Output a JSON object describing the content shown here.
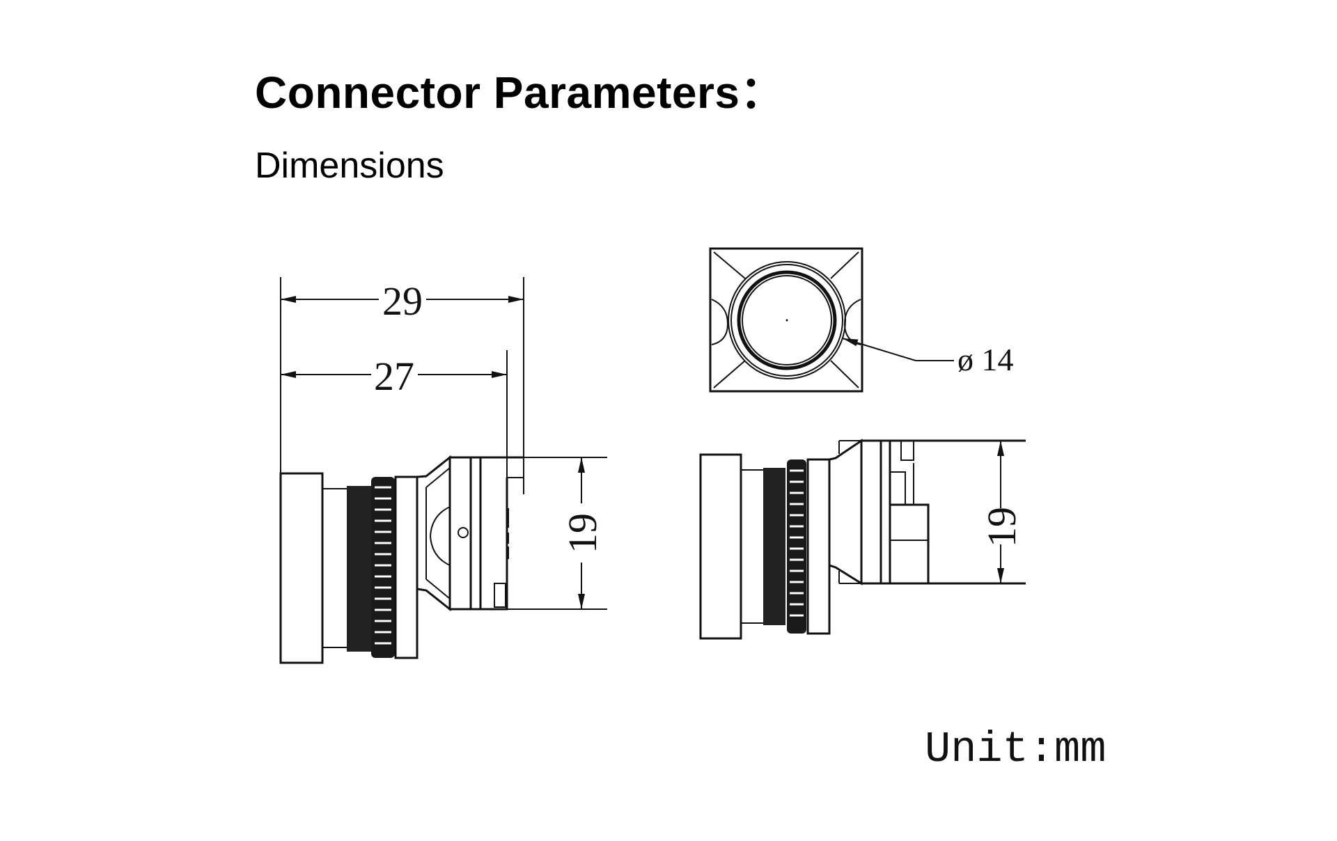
{
  "header": {
    "title": "Connector Parameters：",
    "subtitle": "Dimensions"
  },
  "drawing": {
    "side_view_left": {
      "overall_length": "29",
      "body_length": "27",
      "height": "19"
    },
    "front_view": {
      "lens_diameter": "ø 14"
    },
    "side_view_right": {
      "height": "19"
    },
    "unit_label": "Unit:mm"
  }
}
